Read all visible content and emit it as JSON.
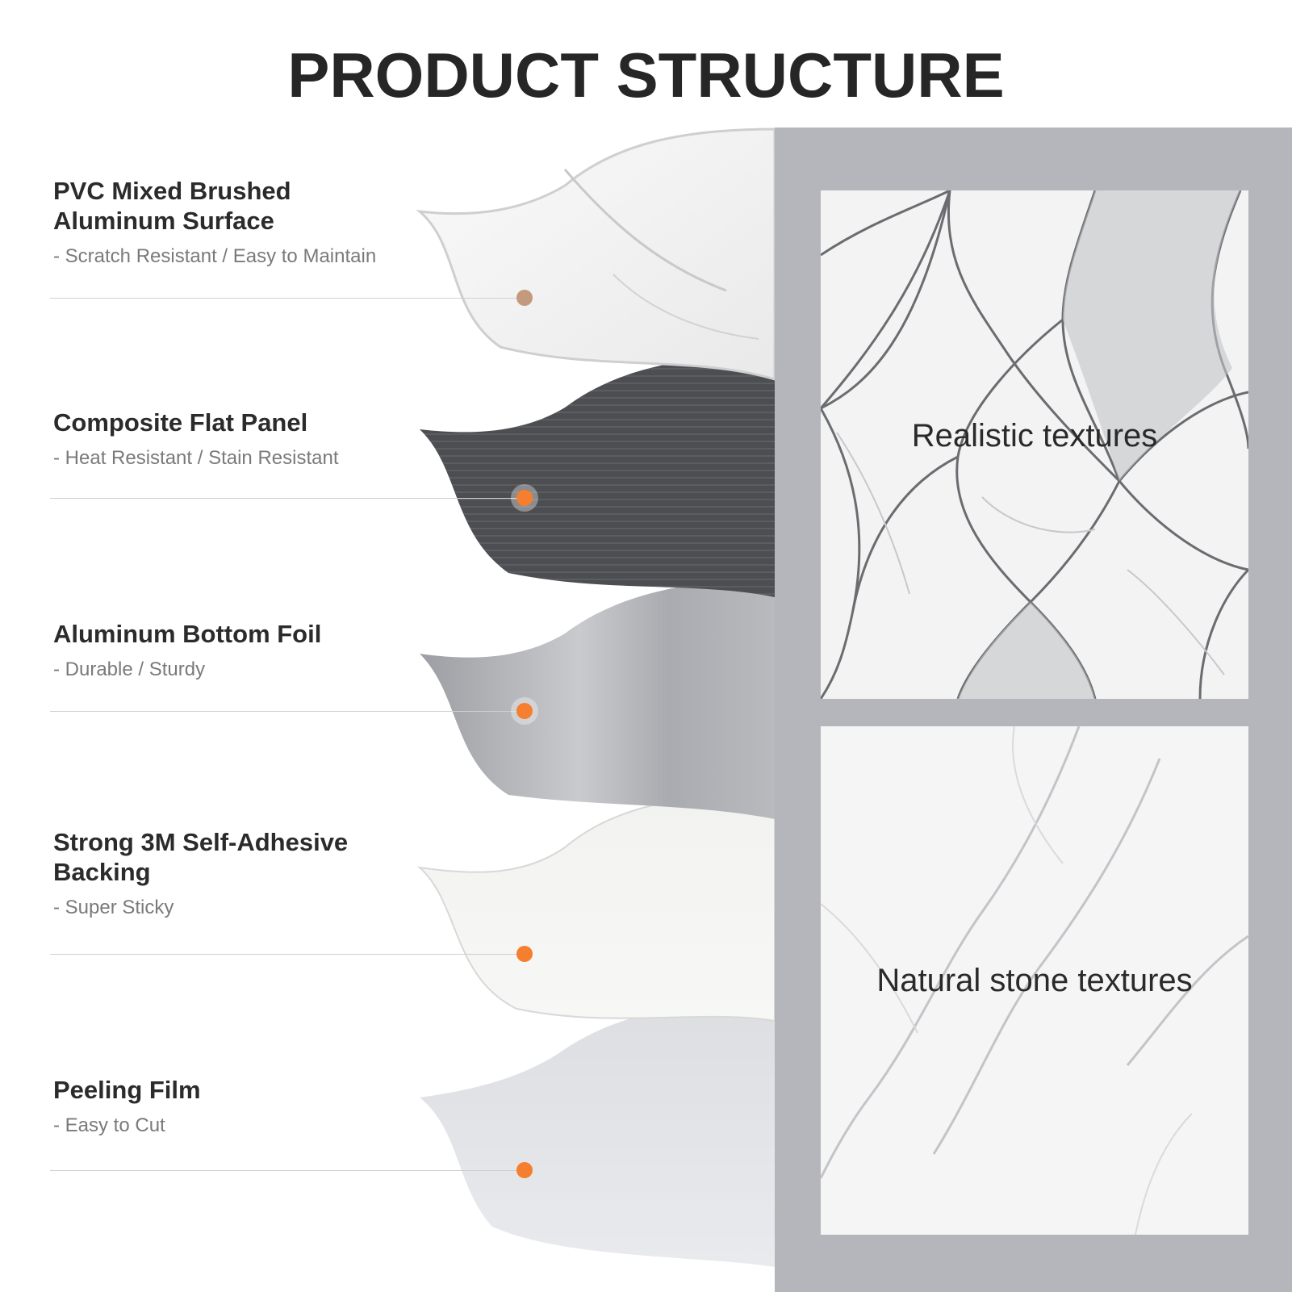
{
  "header": {
    "title": "PRODUCT STRUCTURE"
  },
  "layers": [
    {
      "title_line1": "PVC Mixed Brushed",
      "title_line2": "Aluminum Surface",
      "subtitle": "- Scratch Resistant / Easy to Maintain",
      "dot_color": "#c39a7e"
    },
    {
      "title_line1": "Composite Flat Panel",
      "title_line2": "",
      "subtitle": "- Heat Resistant / Stain Resistant",
      "dot_color": "#f57f2e"
    },
    {
      "title_line1": "Aluminum Bottom Foil",
      "title_line2": "",
      "subtitle": "- Durable / Sturdy",
      "dot_color": "#f57f2e"
    },
    {
      "title_line1": "Strong 3M Self-Adhesive",
      "title_line2": "Backing",
      "subtitle": "- Super Sticky",
      "dot_color": "#f57f2e"
    },
    {
      "title_line1": "Peeling Film",
      "title_line2": "",
      "subtitle": "- Easy to Cut",
      "dot_color": "#f57f2e"
    }
  ],
  "cards": [
    {
      "label": "Realistic textures"
    },
    {
      "label": "Natural stone textures"
    }
  ],
  "colors": {
    "panel_bg": "#b5b6bb",
    "accent_orange": "#f57f2e",
    "composite_panel": "#4d4e52",
    "aluminum_foil": "#a6a8ad",
    "marble": "#f4f4f5"
  }
}
